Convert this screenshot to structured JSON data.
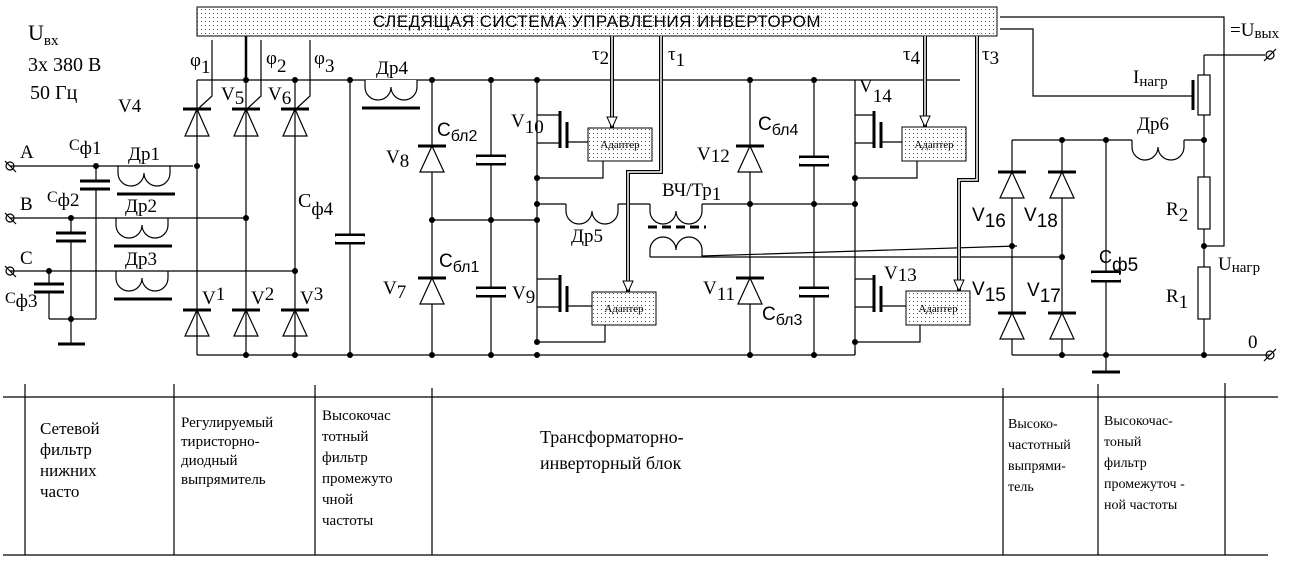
{
  "control_block": {
    "title": "СЛЕДЯЩАЯ   СИСТЕМА   УПРАВЛЕНИЯ   ИНВЕРТОРОМ"
  },
  "input": {
    "label": "U",
    "label_sub": "вх",
    "line2": "3х 380 В",
    "line3": "50 Гц",
    "phases": [
      "A",
      "B",
      "C"
    ]
  },
  "output": {
    "uout": "=U",
    "uout_sub": "вых",
    "zero": "0",
    "iload": "I",
    "iload_sub": "нагр",
    "uload": "U",
    "uload_sub": "нагр"
  },
  "signals": {
    "phi": [
      {
        "s": "φ",
        "n": "1"
      },
      {
        "s": "φ",
        "n": "2"
      },
      {
        "s": "φ",
        "n": "3"
      }
    ],
    "tau": [
      {
        "s": "τ",
        "n": "2"
      },
      {
        "s": "τ",
        "n": "1"
      },
      {
        "s": "τ",
        "n": "4"
      },
      {
        "s": "τ",
        "n": "3"
      }
    ]
  },
  "components": {
    "cf1": {
      "b": "С",
      "s": "ф1"
    },
    "cf2": {
      "b": "С",
      "s": "ф2"
    },
    "cf3": {
      "b": "С",
      "s": "ф3"
    },
    "cf4": {
      "b": "С",
      "s": "ф4"
    },
    "cf5": {
      "b": "С",
      "s": "ф5"
    },
    "dr1": "Др1",
    "dr2": "Др2",
    "dr3": "Др3",
    "dr4": "Др4",
    "dr5": "Др5",
    "dr6": "Др6",
    "csl1": {
      "b": "С",
      "s": "бл1"
    },
    "csl2": {
      "b": "С",
      "s": "бл2"
    },
    "csl3": {
      "b": "С",
      "s": "бл3"
    },
    "csl4": {
      "b": "С",
      "s": "бл4"
    },
    "tr": {
      "b": "ВЧ/Тр",
      "s": "1"
    },
    "r1": {
      "b": "R",
      "s": "1"
    },
    "r2": {
      "b": "R",
      "s": "2"
    },
    "v": {
      "v1": "1",
      "v2": "2",
      "v3": "3",
      "v4": "4",
      "v5": "5",
      "v6": "6",
      "v7": "7",
      "v8": "8",
      "v9": "9",
      "v10": "10",
      "v11": "11",
      "v12": "12",
      "v13": "13",
      "v14": "14",
      "v15": "15",
      "v16": "16",
      "v17": "17",
      "v18": "18"
    },
    "adapter": "Адаптер"
  },
  "blocks": [
    {
      "lines": [
        "Сетевой",
        "фильтр",
        "нижних",
        "часто"
      ]
    },
    {
      "lines": [
        "Регулируемый",
        "тиристорно-",
        "диодный",
        "выпрямитель"
      ]
    },
    {
      "lines": [
        "Высокочас",
        "тотный",
        "фильтр",
        "промежуто",
        "чной",
        "частоты"
      ]
    },
    {
      "lines": [
        "Трансформаторно-",
        "инверторный блок"
      ]
    },
    {
      "lines": [
        "Высоко-",
        "частотный",
        "выпрями-",
        "тель"
      ]
    },
    {
      "lines": [
        "Высокочас-",
        "тоный",
        "фильтр",
        "промежуточ -",
        "ной частоты"
      ]
    }
  ]
}
